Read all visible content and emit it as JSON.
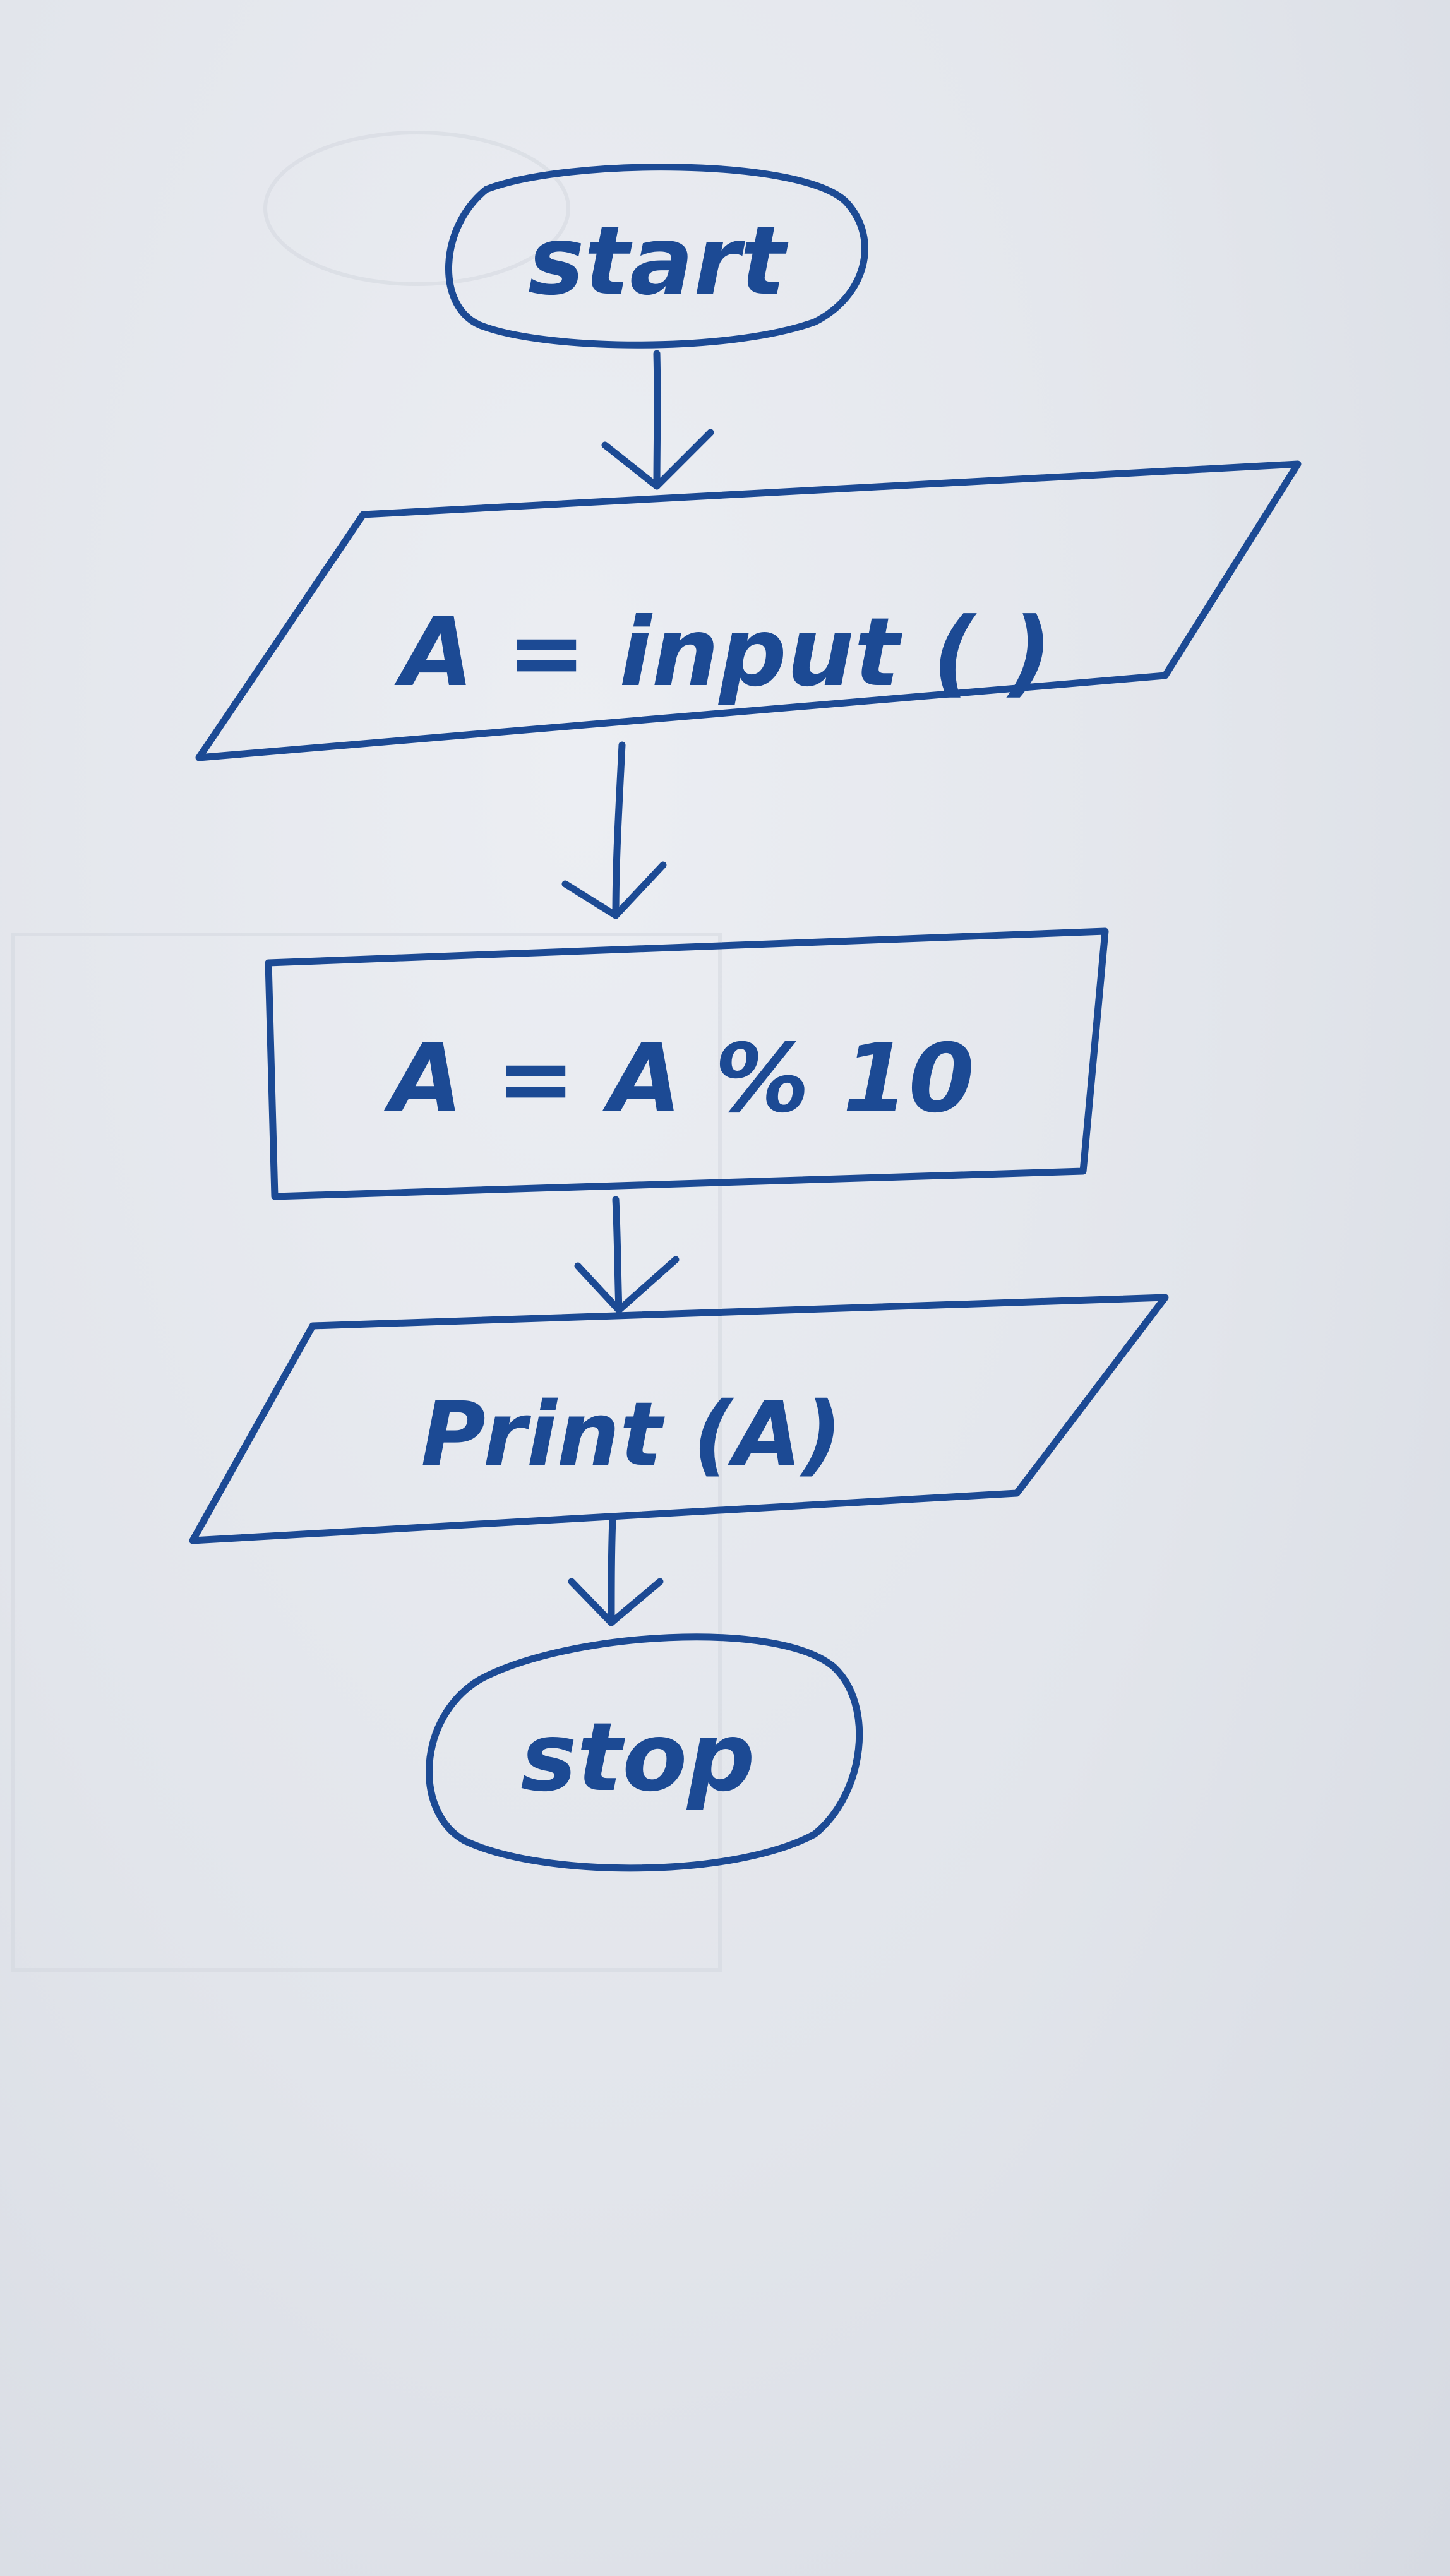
{
  "flowchart": {
    "ink_color": "#1c4a94",
    "paper_color": "#e3e6ec",
    "nodes": [
      {
        "id": "start",
        "shape": "terminal",
        "label": "start"
      },
      {
        "id": "input",
        "shape": "parallelogram",
        "label": "A = input ( )"
      },
      {
        "id": "process",
        "shape": "rectangle",
        "label": "A = A % 10"
      },
      {
        "id": "output",
        "shape": "parallelogram",
        "label": "Print (A)"
      },
      {
        "id": "stop",
        "shape": "terminal",
        "label": "stop"
      }
    ],
    "edges": [
      {
        "from": "start",
        "to": "input"
      },
      {
        "from": "input",
        "to": "process"
      },
      {
        "from": "process",
        "to": "output"
      },
      {
        "from": "output",
        "to": "stop"
      }
    ]
  }
}
